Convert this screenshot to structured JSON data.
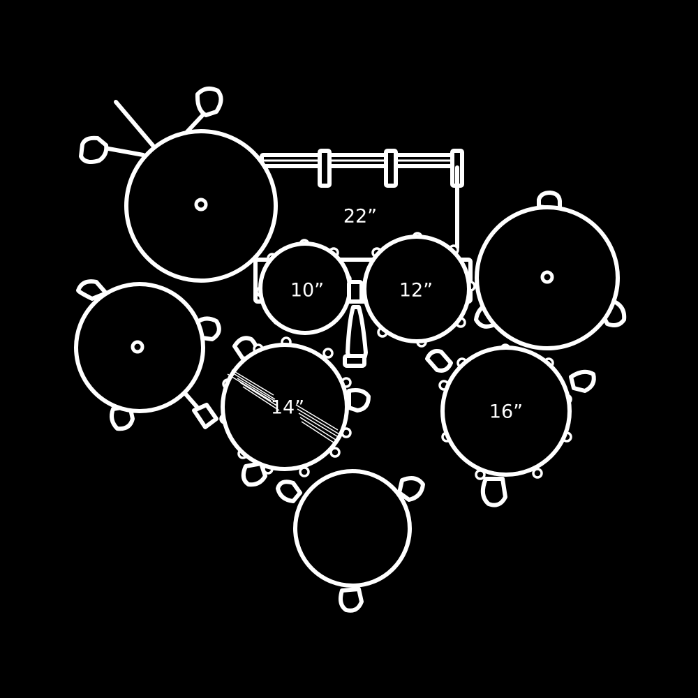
{
  "diagram": {
    "background": "#000000",
    "stroke_color": "#ffffff",
    "labels": {
      "bass_drum": "22”",
      "rack_tom_1": "10”",
      "rack_tom_2": "12”",
      "snare_drum": "14”",
      "floor_tom": "16”"
    }
  }
}
